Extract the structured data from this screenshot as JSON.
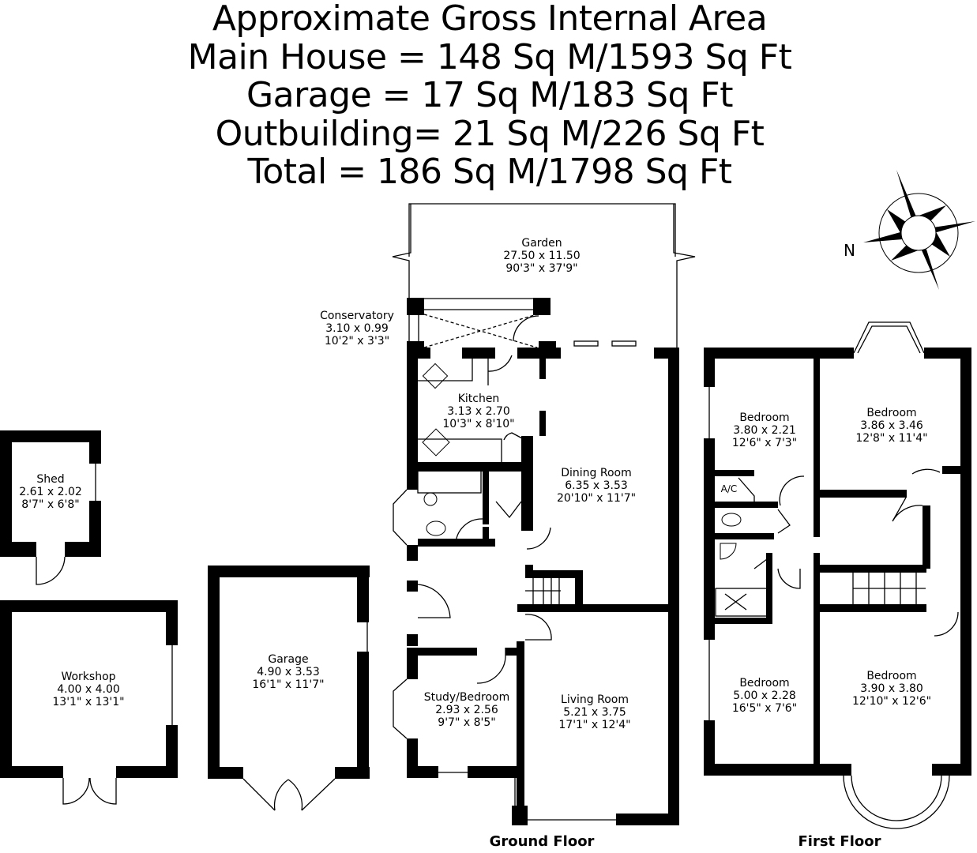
{
  "header": {
    "title": "Approximate Gross Internal Area",
    "areas": [
      "Main House = 148 Sq M/1593 Sq Ft",
      "Garage = 17 Sq M/183 Sq Ft",
      "Outbuilding= 21 Sq M/226 Sq Ft",
      "Total = 186 Sq M/1798 Sq Ft"
    ]
  },
  "compass": {
    "label": "N"
  },
  "floors": {
    "ground": "Ground Floor",
    "first": "First Floor"
  },
  "rooms": {
    "garden": {
      "name": "Garden",
      "metric": "27.50 x 11.50",
      "imperial": "90'3\" x 37'9\""
    },
    "conservatory": {
      "name": "Conservatory",
      "metric": "3.10 x 0.99",
      "imperial": "10'2\" x 3'3\""
    },
    "kitchen": {
      "name": "Kitchen",
      "metric": "3.13 x 2.70",
      "imperial": "10'3\" x 8'10\""
    },
    "dining": {
      "name": "Dining Room",
      "metric": "6.35 x 3.53",
      "imperial": "20'10\" x 11'7\""
    },
    "study": {
      "name": "Study/Bedroom",
      "metric": "2.93 x 2.56",
      "imperial": "9'7\" x 8'5\""
    },
    "living": {
      "name": "Living Room",
      "metric": "5.21 x 3.75",
      "imperial": "17'1\" x 12'4\""
    },
    "shed": {
      "name": "Shed",
      "metric": "2.61 x 2.02",
      "imperial": "8'7\" x 6'8\""
    },
    "workshop": {
      "name": "Workshop",
      "metric": "4.00 x 4.00",
      "imperial": "13'1\" x 13'1\""
    },
    "garage": {
      "name": "Garage",
      "metric": "4.90 x 3.53",
      "imperial": "16'1\" x 11'7\""
    },
    "bed1": {
      "name": "Bedroom",
      "metric": "3.80 x 2.21",
      "imperial": "12'6\"  x 7'3\""
    },
    "bed2": {
      "name": "Bedroom",
      "metric": "3.86 x 3.46",
      "imperial": "12'8\" x 11'4\""
    },
    "bed3": {
      "name": "Bedroom",
      "metric": "5.00 x 2.28",
      "imperial": "16'5\" x 7'6\""
    },
    "bed4": {
      "name": "Bedroom",
      "metric": "3.90 x 3.80",
      "imperial": "12'10\" x 12'6\""
    },
    "ac": {
      "name": "A/C"
    }
  }
}
